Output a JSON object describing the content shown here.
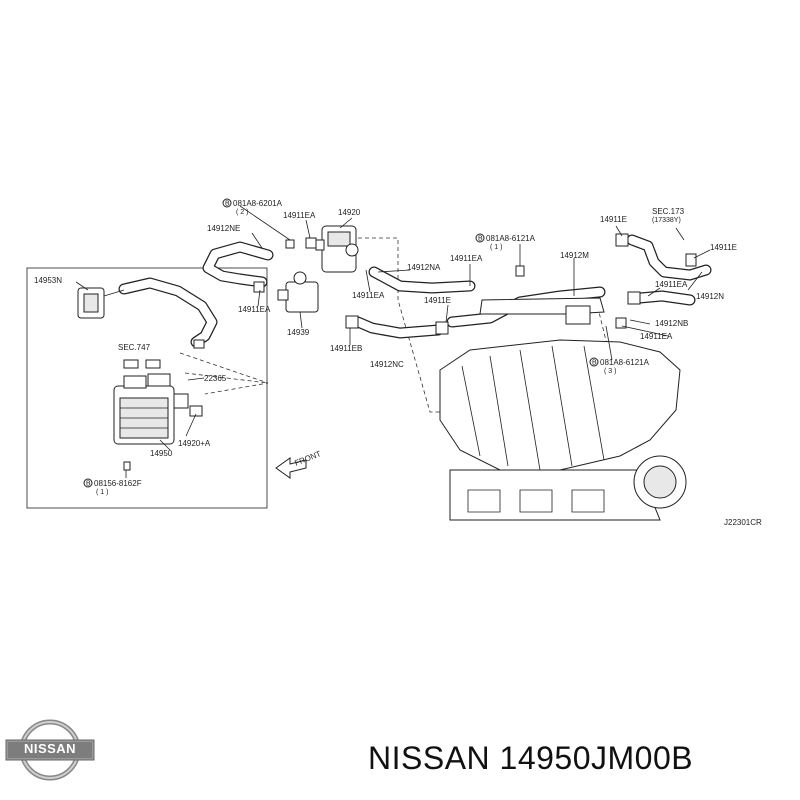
{
  "diagram": {
    "drawing_code": "J22301CR",
    "front_label": "FRONT",
    "callouts": {
      "bolt_top_left": "081A8-6201A",
      "bolt_top_left_qty": "( 2 )",
      "hose_14911ea_a": "14911EA",
      "valve_14920": "14920",
      "hose_14912ne": "14912NE",
      "hose_14911ea_b": "14911EA",
      "hose_14911ea_c": "14911EA",
      "part_14939": "14939",
      "clamp_14911eb": "14911EB",
      "hose_14912nc": "14912NC",
      "hose_14912na": "14912NA",
      "bolt_mid": "081A8-6121A",
      "bolt_mid_qty": "( 1 )",
      "hose_14911ea_d": "14911EA",
      "clamp_14911e_a": "14911E",
      "hose_14912m": "14912M",
      "clamp_14911e_b": "14911E",
      "sec_173": "SEC.173",
      "sec_173_ref": "(17338Y)",
      "clamp_14911e_c": "14911E",
      "hose_14912n": "14912N",
      "hose_14911ea_e": "14911EA",
      "hose_14912nb": "14912NB",
      "hose_14911ea_f": "14911EA",
      "bolt_right": "081A8-6121A",
      "bolt_right_qty": "( 3 )",
      "filter_14953n": "14953N",
      "sec_747": "SEC.747",
      "part_22365": "22365",
      "canister_14950": "14950",
      "valve_14920a": "14920+A",
      "bolt_canister": "08156-8162F",
      "bolt_canister_qty": "( 1 )"
    }
  },
  "footer": {
    "brand_logo": "NISSAN",
    "part_title": "NISSAN 14950JM00B"
  }
}
